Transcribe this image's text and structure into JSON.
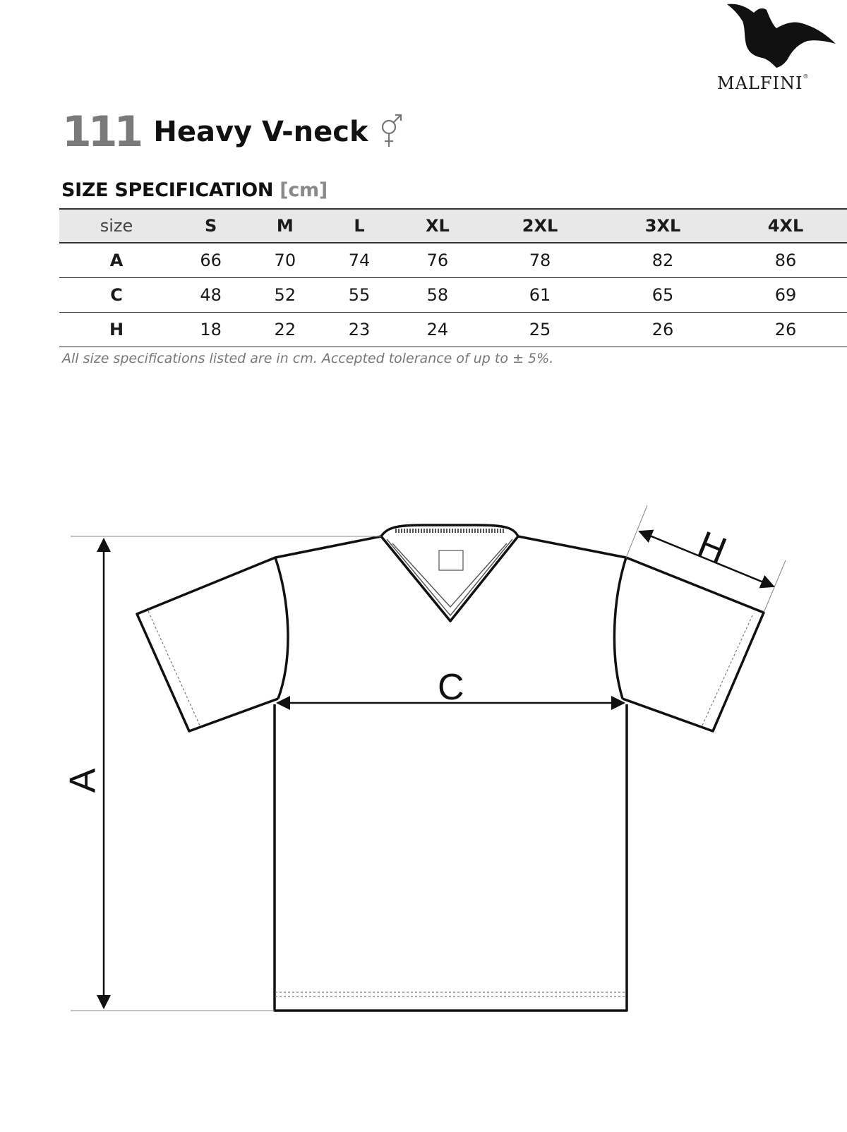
{
  "brand": {
    "name": "MALFINI",
    "registered": "®",
    "logo_icon": "eagle-icon"
  },
  "product": {
    "code": "111",
    "name": "Heavy V-neck",
    "gender_icon": "unisex-icon"
  },
  "spec": {
    "heading": "SIZE SPECIFICATION",
    "unit": "[cm]",
    "table": {
      "corner": "size",
      "columns": [
        "S",
        "M",
        "L",
        "XL",
        "2XL",
        "3XL",
        "4XL"
      ],
      "rows": [
        {
          "label": "A",
          "values": [
            "66",
            "70",
            "74",
            "76",
            "78",
            "82",
            "86"
          ]
        },
        {
          "label": "C",
          "values": [
            "48",
            "52",
            "55",
            "58",
            "61",
            "65",
            "69"
          ]
        },
        {
          "label": "H",
          "values": [
            "18",
            "22",
            "23",
            "24",
            "25",
            "26",
            "26"
          ]
        }
      ]
    },
    "note": "All size specifications listed are in cm. Accepted tolerance of up to ± 5%."
  },
  "diagram": {
    "label_a": "A",
    "label_c": "C",
    "label_h": "H"
  },
  "colors": {
    "text": "#1a1a1a",
    "code_gray": "#7a7a7a",
    "header_bg": "#e8e8e8"
  }
}
